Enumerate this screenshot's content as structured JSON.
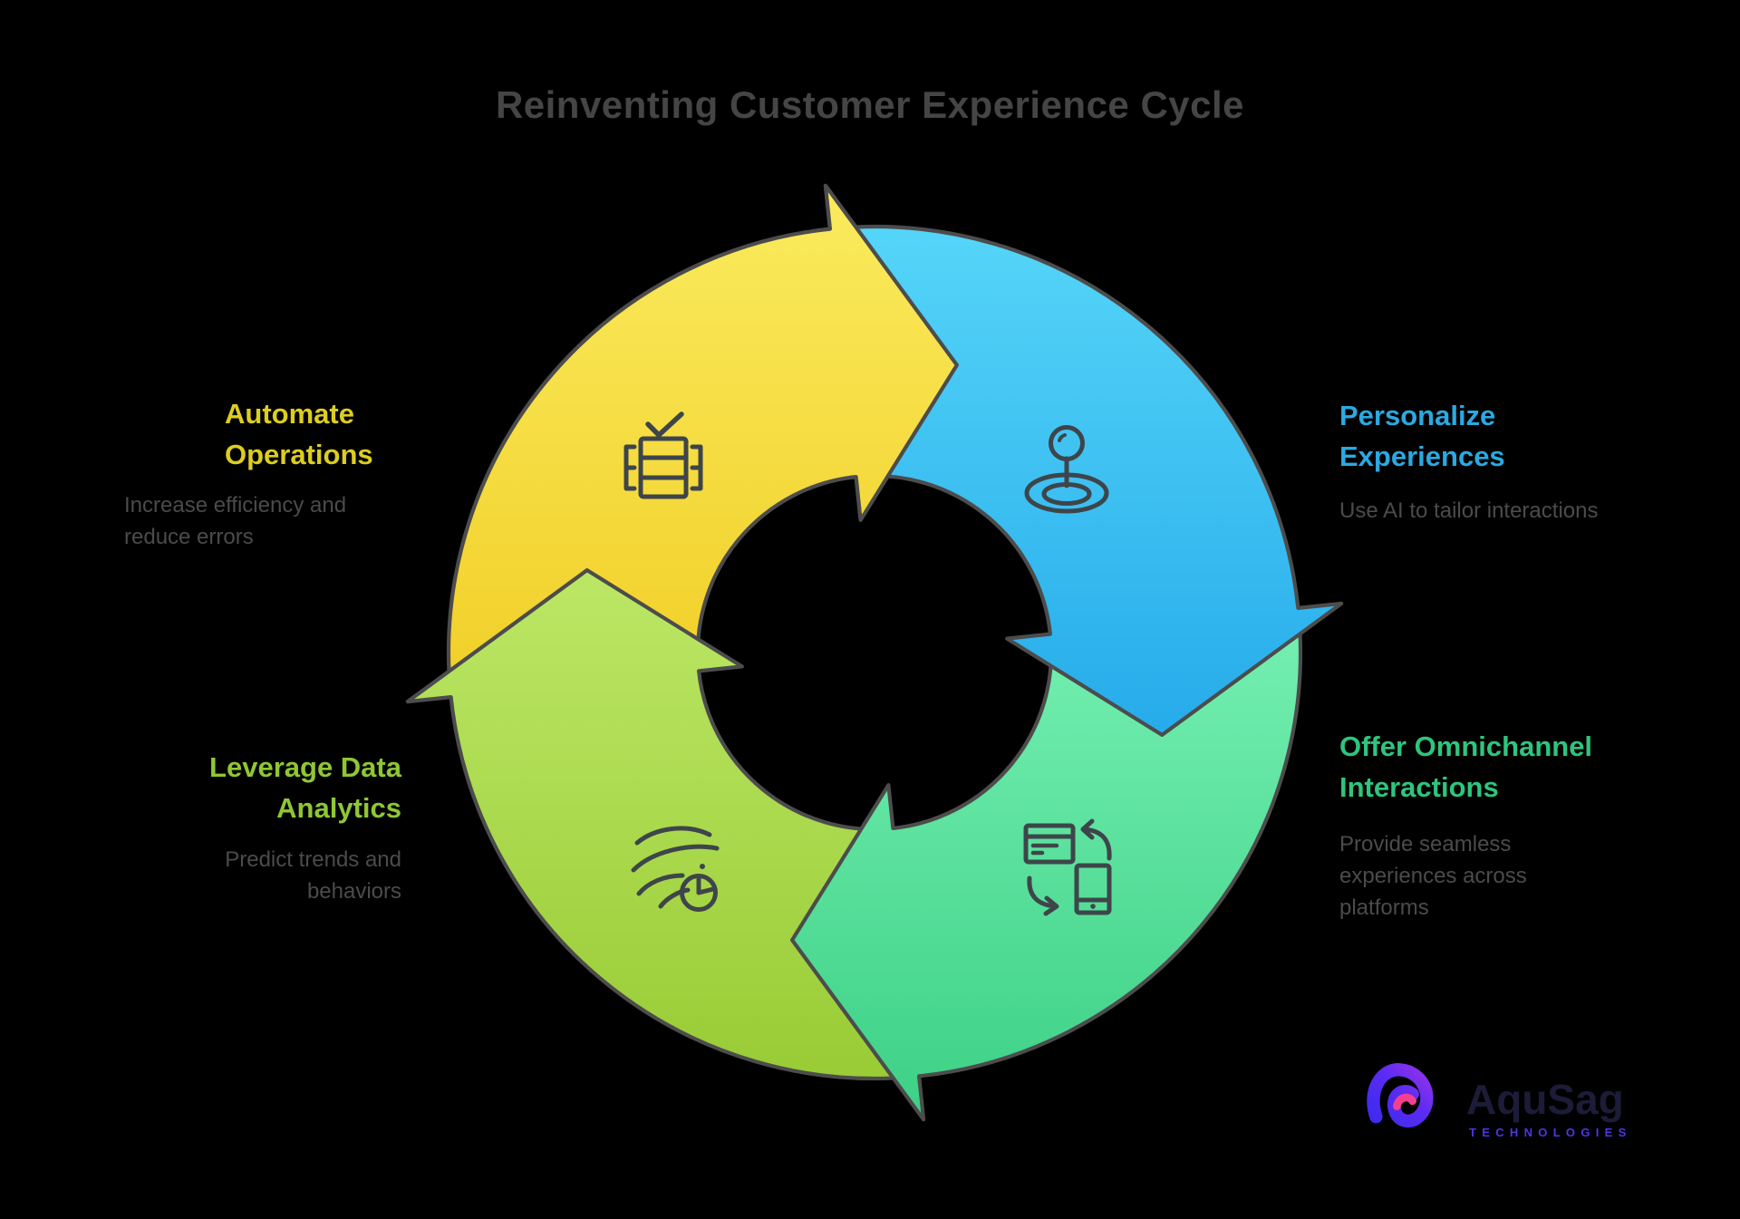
{
  "title": "Reinventing Customer Experience Cycle",
  "steps": {
    "automate": {
      "heading": "Automate\nOperations",
      "description": "Increase efficiency and\nreduce errors",
      "heading_color": "#dcce20",
      "arrow_gradient": [
        "#faeb5e",
        "#f1ce26"
      ],
      "icon": "check-database-icon"
    },
    "personalize": {
      "heading": "Personalize\nExperiences",
      "description": "Use AI to tailor interactions",
      "heading_color": "#2ba9e1",
      "arrow_gradient": [
        "#55d5f8",
        "#25aaea"
      ],
      "icon": "location-pin-icon"
    },
    "omnichannel": {
      "heading": "Offer Omnichannel\nInteractions",
      "description": "Provide seamless\nexperiences across\nplatforms",
      "heading_color": "#2ec57e",
      "arrow_gradient": [
        "#76f0b2",
        "#3cd085"
      ],
      "icon": "device-sync-icon"
    },
    "leverage": {
      "heading": "Leverage Data\nAnalytics",
      "description": "Predict trends and\nbehaviors",
      "heading_color": "#8fc733",
      "arrow_gradient": [
        "#bce766",
        "#96c931"
      ],
      "icon": "trend-clock-icon"
    }
  },
  "cycle": {
    "direction": "clockwise",
    "outline_color": "#4c4c4c",
    "background_color": "#000000"
  },
  "logo": {
    "name": "AquSag",
    "tagline": "TECHNOLOGIES",
    "name_color": "#1c1c38",
    "tagline_color": "#4f35e6"
  }
}
